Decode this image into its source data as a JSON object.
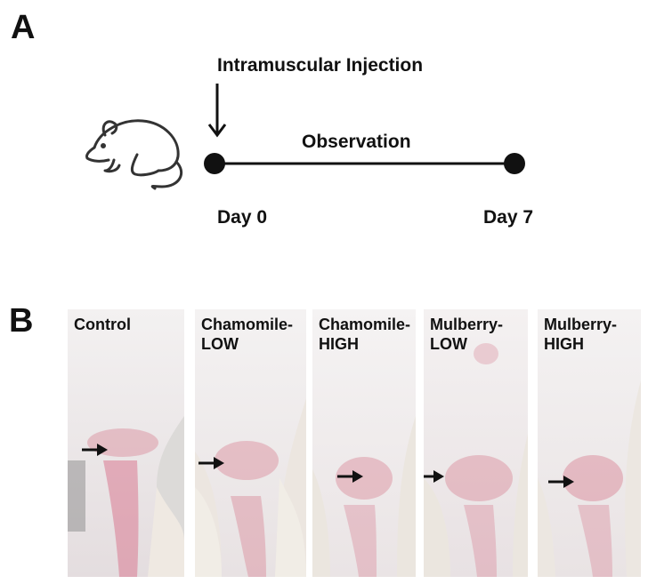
{
  "panel_a": {
    "letter": "A",
    "injection_label": "Intramuscular  Injection",
    "observation_label": "Observation",
    "start_label": "Day 0",
    "end_label": "Day 7",
    "icon": "mouse-icon"
  },
  "panel_b": {
    "letter": "B",
    "photos": [
      {
        "line1": "Control",
        "line2": ""
      },
      {
        "line1": "Chamomile-",
        "line2": "LOW"
      },
      {
        "line1": "Chamomile-",
        "line2": "HIGH"
      },
      {
        "line1": "Mulberry-",
        "line2": "LOW"
      },
      {
        "line1": "Mulberry-",
        "line2": "HIGH"
      }
    ],
    "arrow_icon": "right-arrow-icon"
  }
}
